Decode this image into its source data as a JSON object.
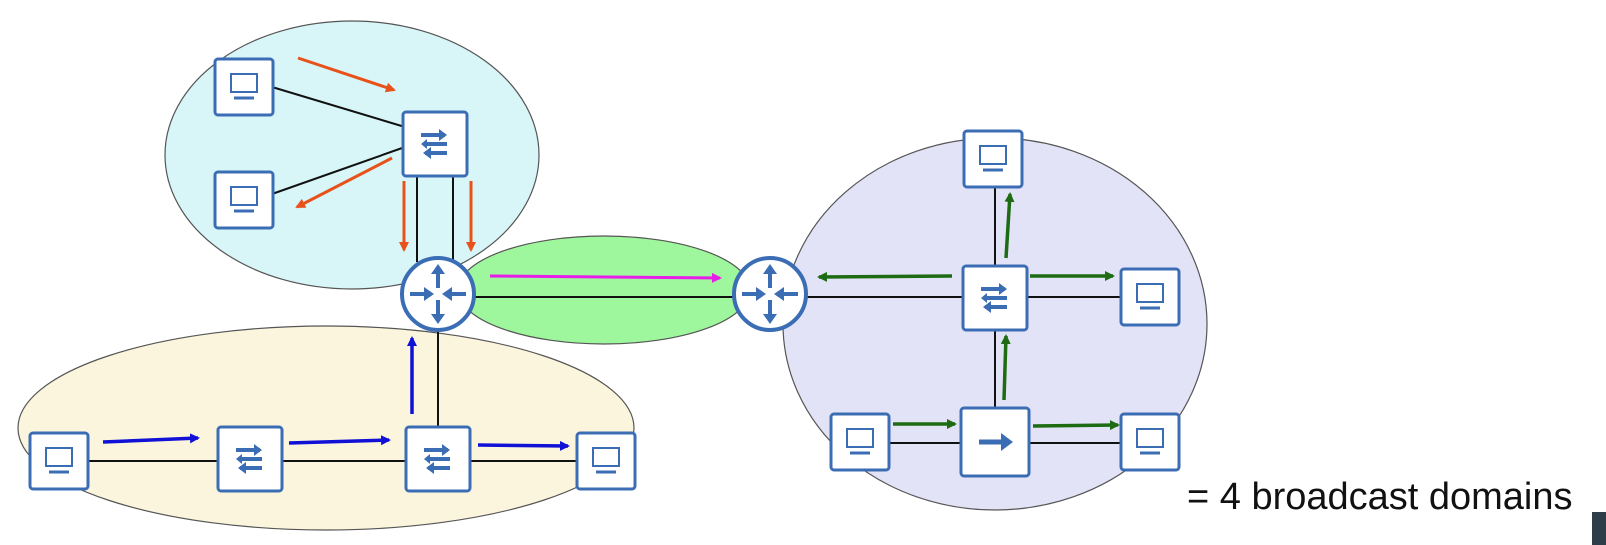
{
  "caption": "= 4 broadcast domains",
  "colors": {
    "domain_top": "#d8f6f8",
    "domain_bottom": "#fbf5dd",
    "domain_middle": "#9ef79c",
    "domain_right": "#e3e3f7",
    "device_border": "#3b6db5",
    "arrow_orange": "#e8521a",
    "arrow_blue": "#1010d6",
    "arrow_magenta": "#e81ce8",
    "arrow_green": "#1d6b12"
  },
  "domains": [
    {
      "name": "top-broadcast-domain",
      "color": "domain_top"
    },
    {
      "name": "bottom-broadcast-domain",
      "color": "domain_bottom"
    },
    {
      "name": "middle-broadcast-domain",
      "color": "domain_middle"
    },
    {
      "name": "right-broadcast-domain",
      "color": "domain_right"
    }
  ],
  "devices": [
    {
      "name": "pc-top-1",
      "icon": "pc-icon"
    },
    {
      "name": "pc-top-2",
      "icon": "pc-icon"
    },
    {
      "name": "switch-top",
      "icon": "switch-icon"
    },
    {
      "name": "router-left",
      "icon": "router-icon"
    },
    {
      "name": "router-right",
      "icon": "router-icon"
    },
    {
      "name": "pc-bottom-left",
      "icon": "pc-icon"
    },
    {
      "name": "switch-bottom-1",
      "icon": "switch-icon"
    },
    {
      "name": "switch-bottom-2",
      "icon": "switch-icon"
    },
    {
      "name": "pc-bottom-right",
      "icon": "pc-icon"
    },
    {
      "name": "pc-right-top",
      "icon": "pc-icon"
    },
    {
      "name": "switch-right",
      "icon": "switch-icon"
    },
    {
      "name": "pc-right-mid",
      "icon": "pc-icon"
    },
    {
      "name": "pc-right-bottom-left",
      "icon": "pc-icon"
    },
    {
      "name": "hub-right",
      "icon": "hub-arrow-icon"
    },
    {
      "name": "pc-right-bottom-right",
      "icon": "pc-icon"
    }
  ]
}
